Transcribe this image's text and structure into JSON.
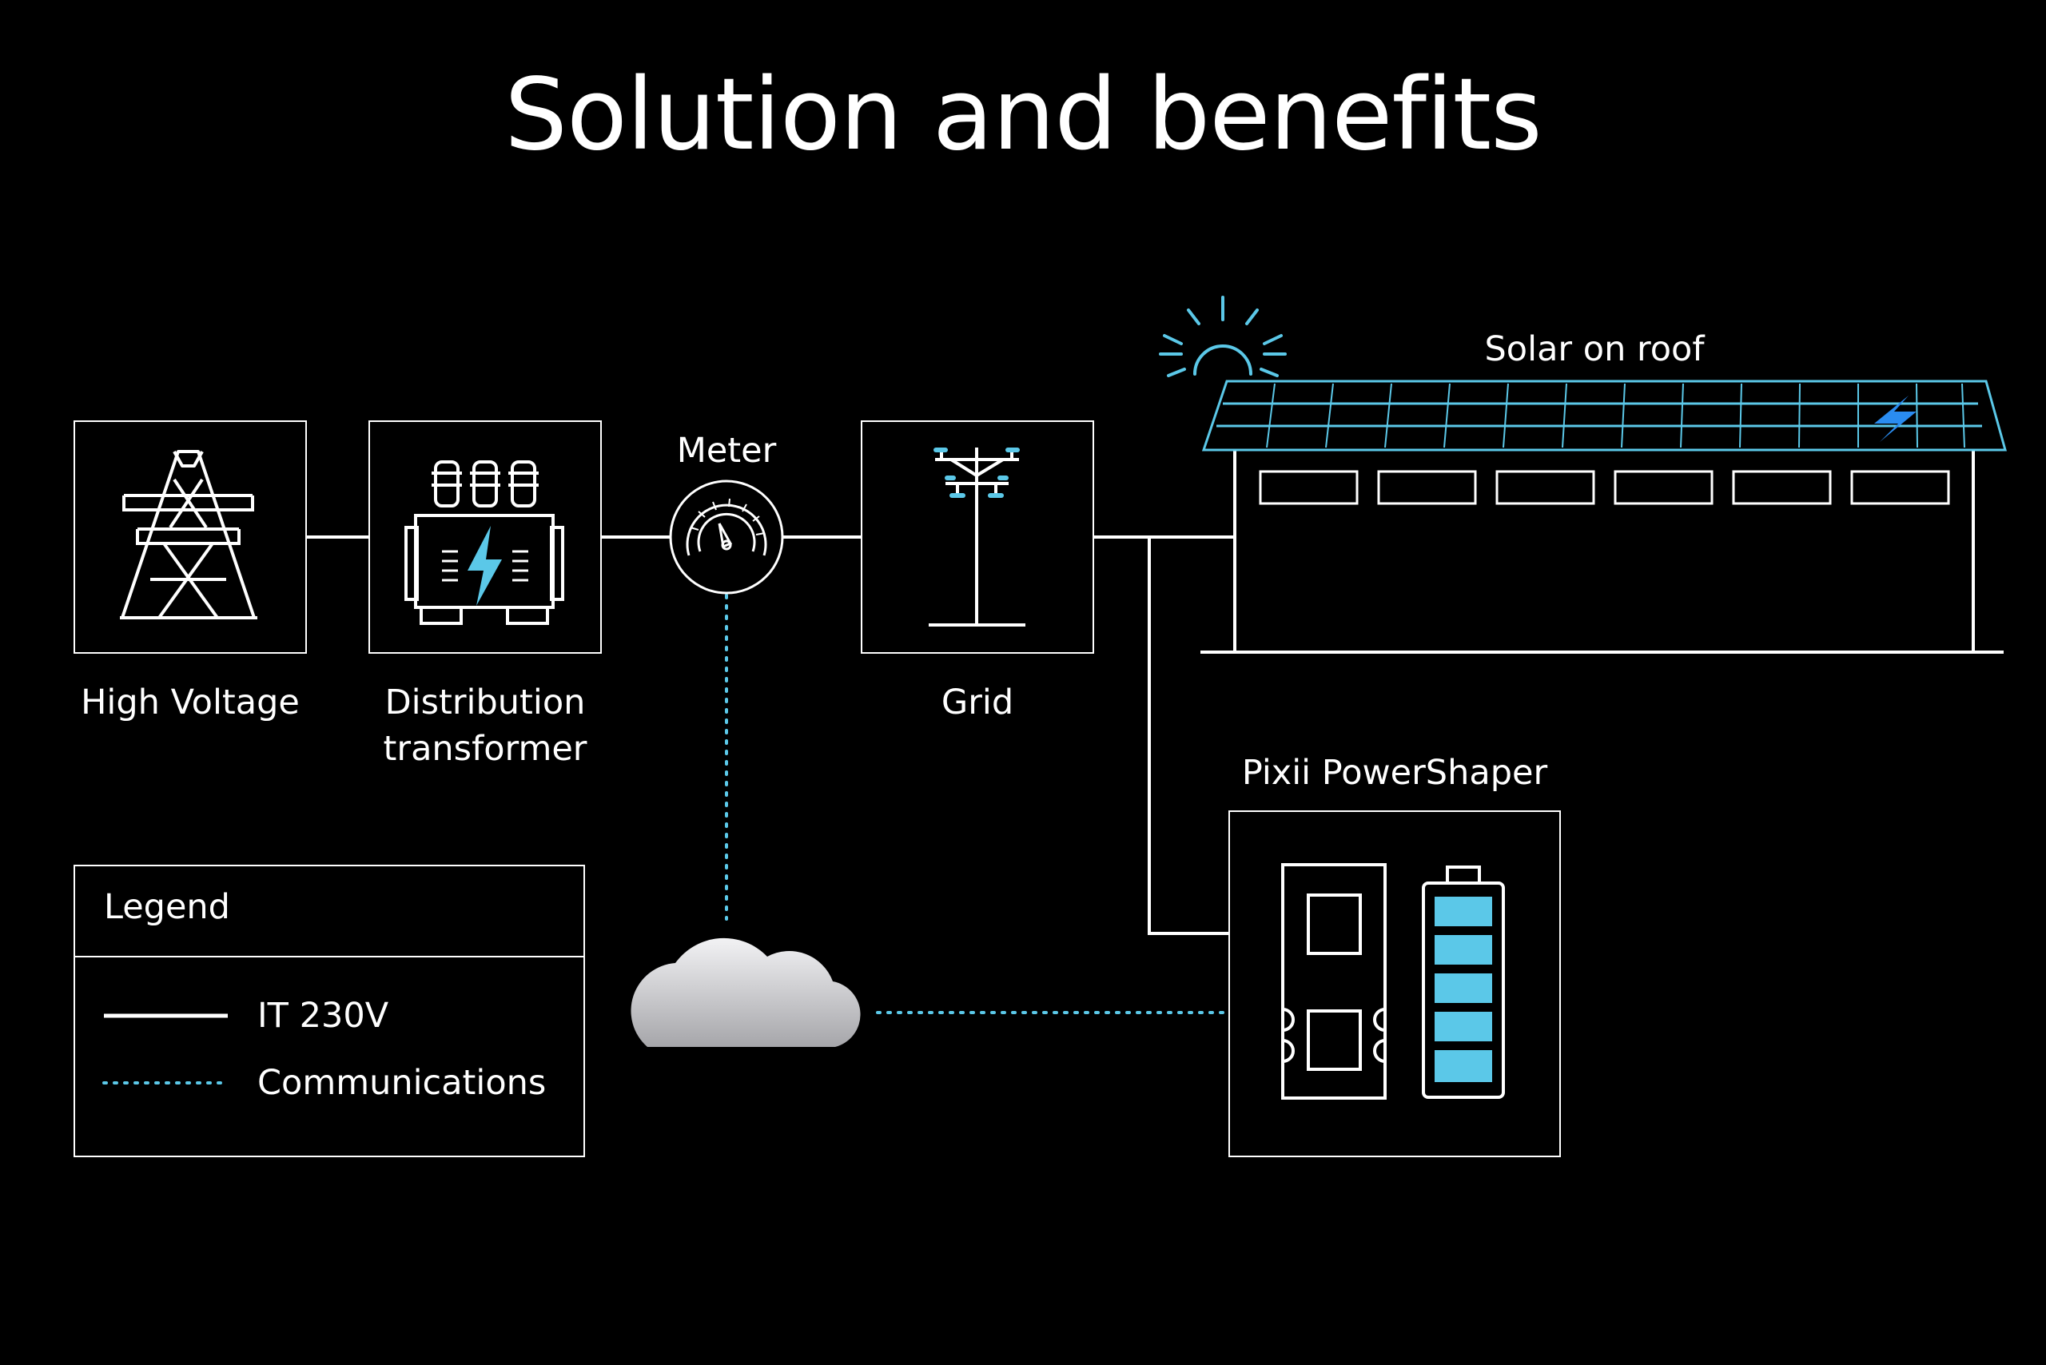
{
  "title": "Solution and benefits",
  "nodes": {
    "high_voltage": "High Voltage",
    "distribution_line1": "Distribution",
    "distribution_line2": "transformer",
    "meter": "Meter",
    "grid": "Grid",
    "solar": "Solar on roof",
    "powershaper": "Pixii PowerShaper"
  },
  "legend": {
    "title": "Legend",
    "items": [
      {
        "label": "IT 230V",
        "style": "solid"
      },
      {
        "label": "Communications",
        "style": "dotted"
      }
    ]
  },
  "colors": {
    "background": "#000000",
    "line": "#ffffff",
    "accent": "#5bc8e8",
    "bolt": "#2a8cf0"
  }
}
